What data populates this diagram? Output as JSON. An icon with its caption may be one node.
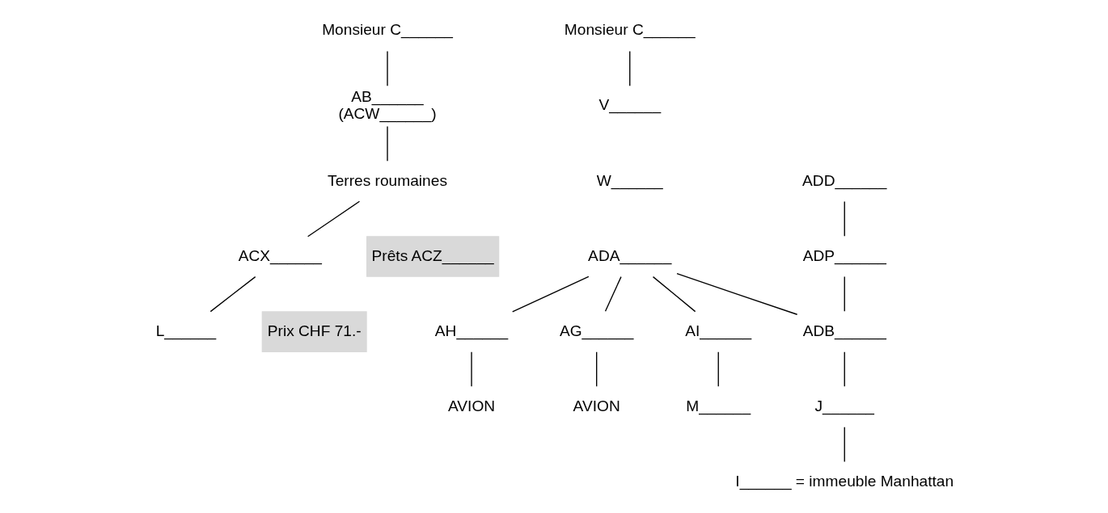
{
  "diagram": {
    "nodes": [
      {
        "text": [
          "Monsieur C______"
        ]
      },
      {
        "text": [
          "AB______",
          "(ACW______)"
        ]
      },
      {
        "text": [
          "Terres roumaines"
        ]
      },
      {
        "text": [
          "ACX______"
        ]
      },
      {
        "text": [
          "L______"
        ]
      },
      {
        "text": [
          "Prêts ACZ______"
        ]
      },
      {
        "text": [
          "Prix CHF 71.-"
        ]
      },
      {
        "text": [
          "Monsieur C______"
        ]
      },
      {
        "text": [
          "V______"
        ]
      },
      {
        "text": [
          "W______"
        ]
      },
      {
        "text": [
          "ADA______"
        ]
      },
      {
        "text": [
          "ADD______"
        ]
      },
      {
        "text": [
          "ADP______"
        ]
      },
      {
        "text": [
          "AH______"
        ]
      },
      {
        "text": [
          "AVION"
        ]
      },
      {
        "text": [
          "AG______"
        ]
      },
      {
        "text": [
          "AVION"
        ]
      },
      {
        "text": [
          "AI______"
        ]
      },
      {
        "text": [
          "M______"
        ]
      },
      {
        "text": [
          "ADB______"
        ]
      },
      {
        "text": [
          "J______"
        ]
      },
      {
        "text": [
          "I______ = immeuble Manhattan"
        ]
      }
    ],
    "edges": [
      {
        "from": 0,
        "to": 1,
        "arrow": "none"
      },
      {
        "from": 1,
        "to": 2,
        "arrow": "none"
      },
      {
        "from": 2,
        "to": 3,
        "arrow": "none"
      },
      {
        "from": 3,
        "to": 4,
        "arrow": "none"
      },
      {
        "from": 7,
        "to": 8,
        "arrow": "none"
      },
      {
        "from": 11,
        "to": 12,
        "arrow": "none"
      },
      {
        "from": 10,
        "to": 13,
        "arrow": "none"
      },
      {
        "from": 10,
        "to": 15,
        "arrow": "none"
      },
      {
        "from": 10,
        "to": 17,
        "arrow": "none"
      },
      {
        "from": 10,
        "to": 19,
        "arrow": "none"
      },
      {
        "from": 12,
        "to": 19,
        "arrow": "none"
      },
      {
        "from": 13,
        "to": 14,
        "arrow": "none"
      },
      {
        "from": 15,
        "to": 16,
        "arrow": "none"
      },
      {
        "from": 17,
        "to": 18,
        "arrow": "none"
      },
      {
        "from": 19,
        "to": 20,
        "arrow": "none"
      },
      {
        "from": 20,
        "to": 21,
        "arrow": "none"
      }
    ]
  }
}
